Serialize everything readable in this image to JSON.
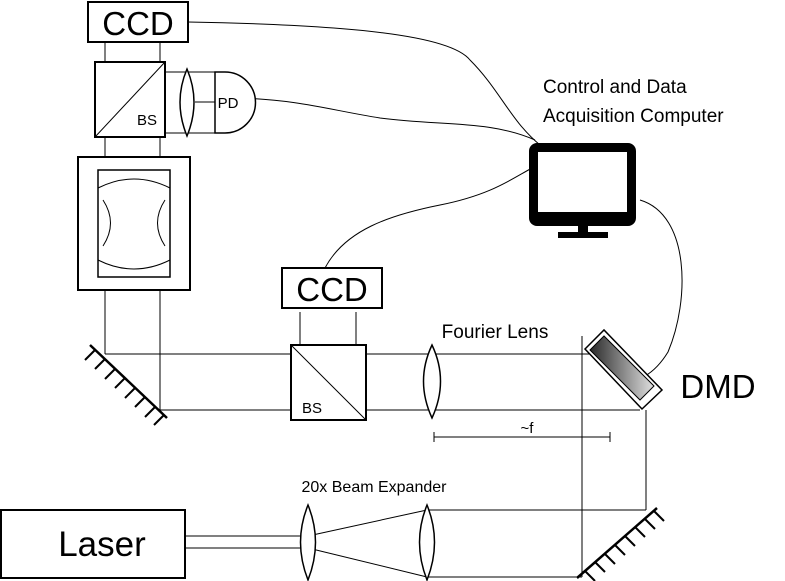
{
  "labels": {
    "ccd_top": "CCD",
    "ccd_mid": "CCD",
    "bs_top": "BS",
    "bs_mid": "BS",
    "pd": "PD",
    "computer_line1": "Control and Data",
    "computer_line2": "Acquisition Computer",
    "fourier_lens": "Fourier Lens",
    "dmd": "DMD",
    "focal_distance": "~f",
    "beam_expander": "20x Beam Expander",
    "laser": "Laser"
  },
  "colors": {
    "stroke": "#000000",
    "background": "#ffffff",
    "dmd_gradient_dark": "#2a2a2a",
    "dmd_gradient_light": "#e0e0e0"
  }
}
